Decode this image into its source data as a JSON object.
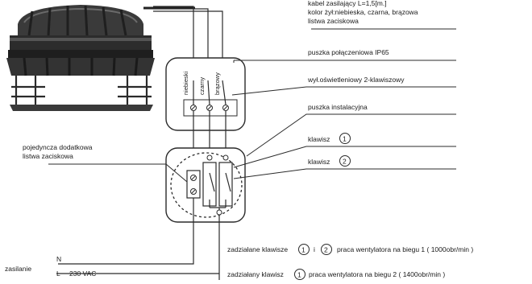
{
  "cable": {
    "line1": "kabel zasilający L=1,5[m.]",
    "line2": "kolor żył:niebieska, czarna, brązowa",
    "line3": "listwa zaciskowa"
  },
  "junction_box_label": "puszka połączeniowa IP65",
  "switch_label": "wył.oświetleniowy 2-klawiszowy",
  "install_box_label": "puszka instalacyjna",
  "key1": {
    "text": "klawisz",
    "num": "1"
  },
  "key2": {
    "text": "klawisz",
    "num": "2"
  },
  "extra_strip": {
    "line1": "pojedyncza dodatkowa",
    "line2": "listwa zaciskowa"
  },
  "wire_colors": [
    "niebieski",
    "czarny",
    "brązowy"
  ],
  "supply": {
    "label": "zasilanie",
    "n": "N",
    "l": "L",
    "voltage": "230 VAC"
  },
  "info1": {
    "prefix": "zadziałane klawisze",
    "num1": "1",
    "conj": "i",
    "num2": "2",
    "suffix": "praca wentylatora na biegu  1   ( 1000obr/min )"
  },
  "info2": {
    "prefix": "zadziałany klawisz",
    "num": "1",
    "suffix": "praca wentylatora na biegu  2  ( 1400obr/min )"
  }
}
